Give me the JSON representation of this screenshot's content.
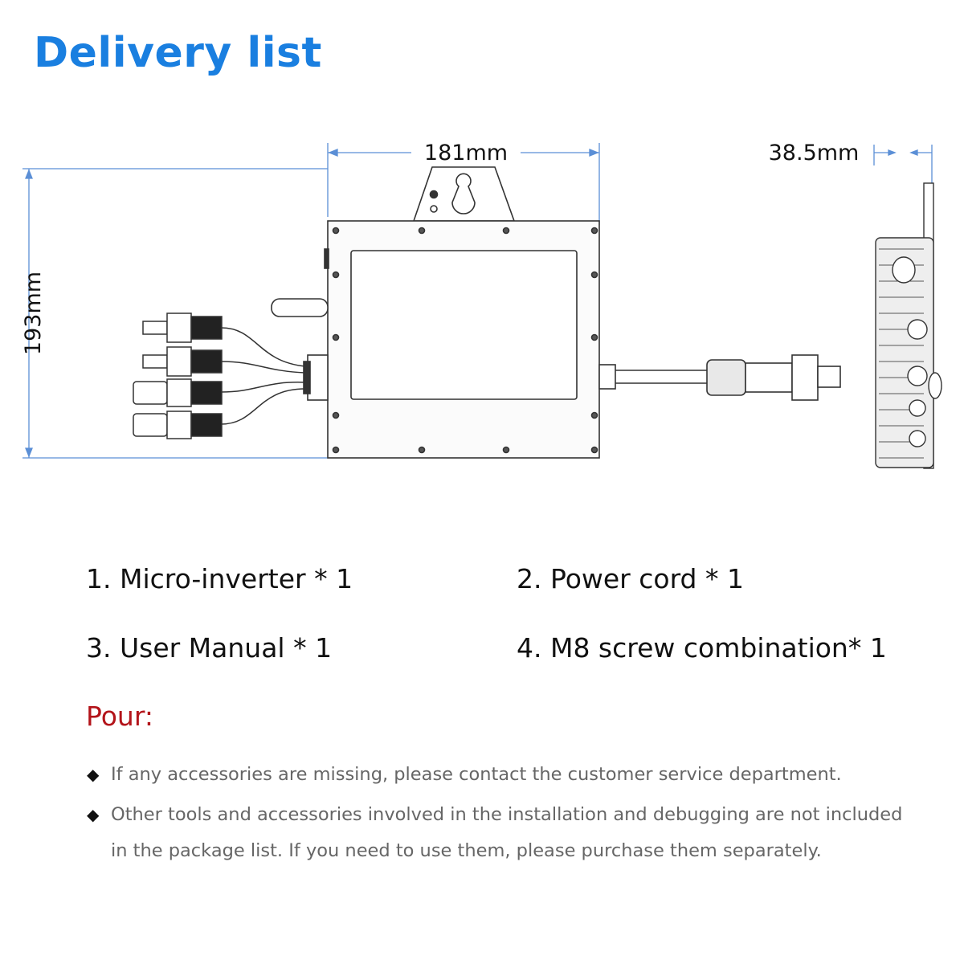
{
  "title": "Delivery list",
  "dimensions": {
    "width": "181mm",
    "height": "193mm",
    "depth": "38.5mm"
  },
  "items": [
    "1. Micro-inverter * 1",
    "2. Power cord * 1",
    "3. User Manual * 1",
    "4. M8 screw combination* 1"
  ],
  "note": {
    "title": "Pour:",
    "lines": [
      "If any accessories are missing, please contact the customer service department.",
      "Other tools and accessories involved in the installation and debugging are not included in the package list. If you need to use them, please purchase them separately."
    ]
  },
  "colors": {
    "title": "#1a7fe0",
    "note_title": "#b3141a",
    "dimension_lines": "#5b8fd6"
  }
}
